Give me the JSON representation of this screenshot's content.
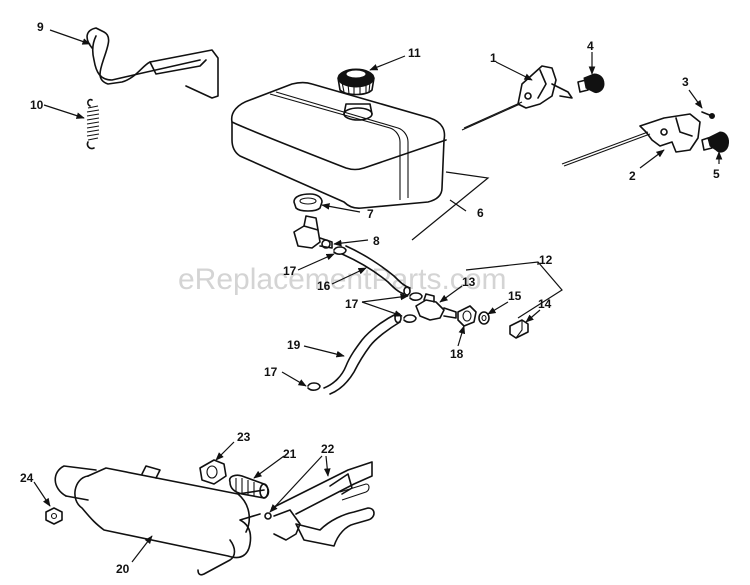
{
  "watermark": "eReplacementParts.com",
  "callouts": {
    "c1": "1",
    "c2": "2",
    "c3": "3",
    "c4": "4",
    "c5": "5",
    "c6": "6",
    "c7": "7",
    "c8": "8",
    "c9": "9",
    "c10": "10",
    "c11": "11",
    "c12": "12",
    "c13": "13",
    "c14": "14",
    "c15": "15",
    "c16": "16",
    "c17a": "17",
    "c17b": "17",
    "c17c": "17",
    "c18": "18",
    "c19": "19",
    "c20": "20",
    "c21": "21",
    "c22": "22",
    "c23": "23",
    "c24": "24"
  }
}
